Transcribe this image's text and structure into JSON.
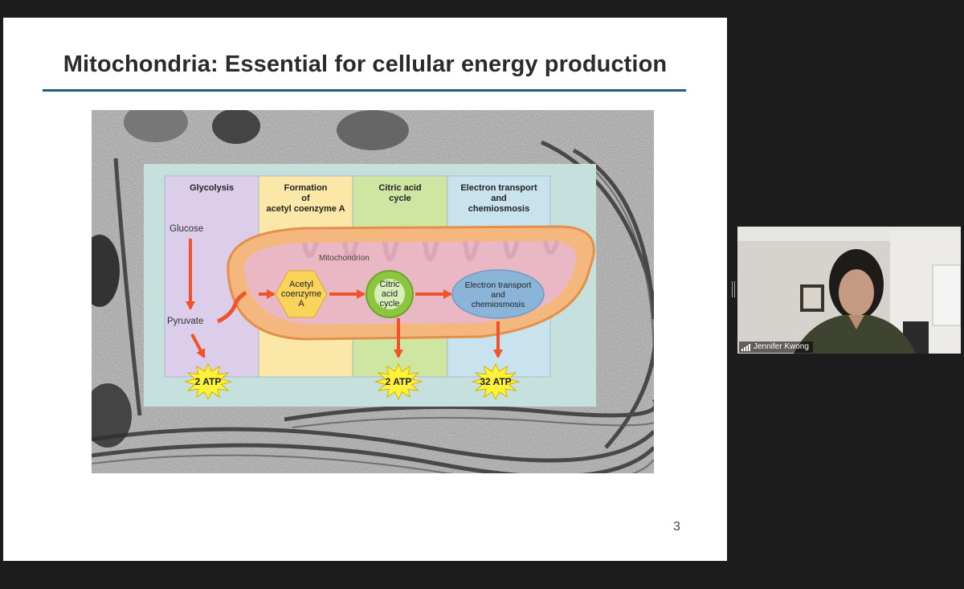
{
  "slide": {
    "title": "Mitochondria: Essential for cellular energy production",
    "page_number": "3"
  },
  "diagram": {
    "stages": [
      {
        "label": [
          "Glycolysis"
        ],
        "color": "#dccdea"
      },
      {
        "label": [
          "Formation",
          "of",
          "acetyl coenzyme A"
        ],
        "color": "#fbe7a8"
      },
      {
        "label": [
          "Citric acid",
          "cycle"
        ],
        "color": "#cfe6a2"
      },
      {
        "label": [
          "Electron transport",
          "and",
          "chemiosmosis"
        ],
        "color": "#c9e3ee"
      }
    ],
    "glucose": "Glucose",
    "pyruvate": "Pyruvate",
    "mitochondrion": "Mitochondrion",
    "acetyl": [
      "Acetyl",
      "coenzyme",
      "A"
    ],
    "citric": [
      "Citric",
      "acid",
      "cycle"
    ],
    "electron": [
      "Electron transport",
      "and",
      "chemiosmosis"
    ],
    "atp": [
      "2 ATP",
      "2 ATP",
      "32 ATP"
    ],
    "colors": {
      "arrow": "#f0522a",
      "atp_star": "#fff33a",
      "citric": "#8cc63f",
      "electron": "#8ab4d8",
      "acetyl": "#f9d35a"
    }
  },
  "video": {
    "participant_name": "Jennifer Kwong",
    "icons": [
      "signal-bars-icon"
    ]
  }
}
